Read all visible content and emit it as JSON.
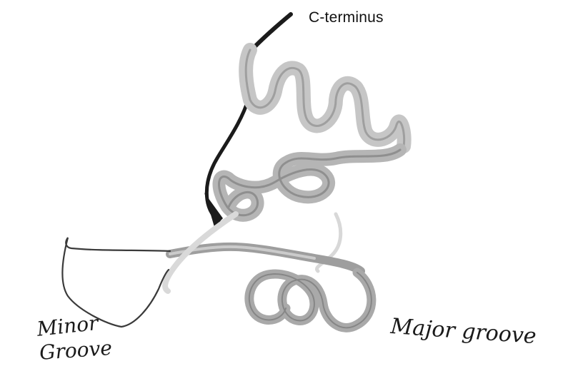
{
  "labels": {
    "c_terminus": "C-terminus",
    "minor_groove_line1": "Minor",
    "minor_groove_line2": "Groove",
    "major_groove": "Major groove"
  },
  "colors": {
    "ribbon_light": "#d4d4d4",
    "ribbon_mid": "#a8a8a8",
    "ribbon_dark": "#7a7a7a",
    "coil": "#1b1b1b",
    "ink": "#1a1a1a"
  }
}
